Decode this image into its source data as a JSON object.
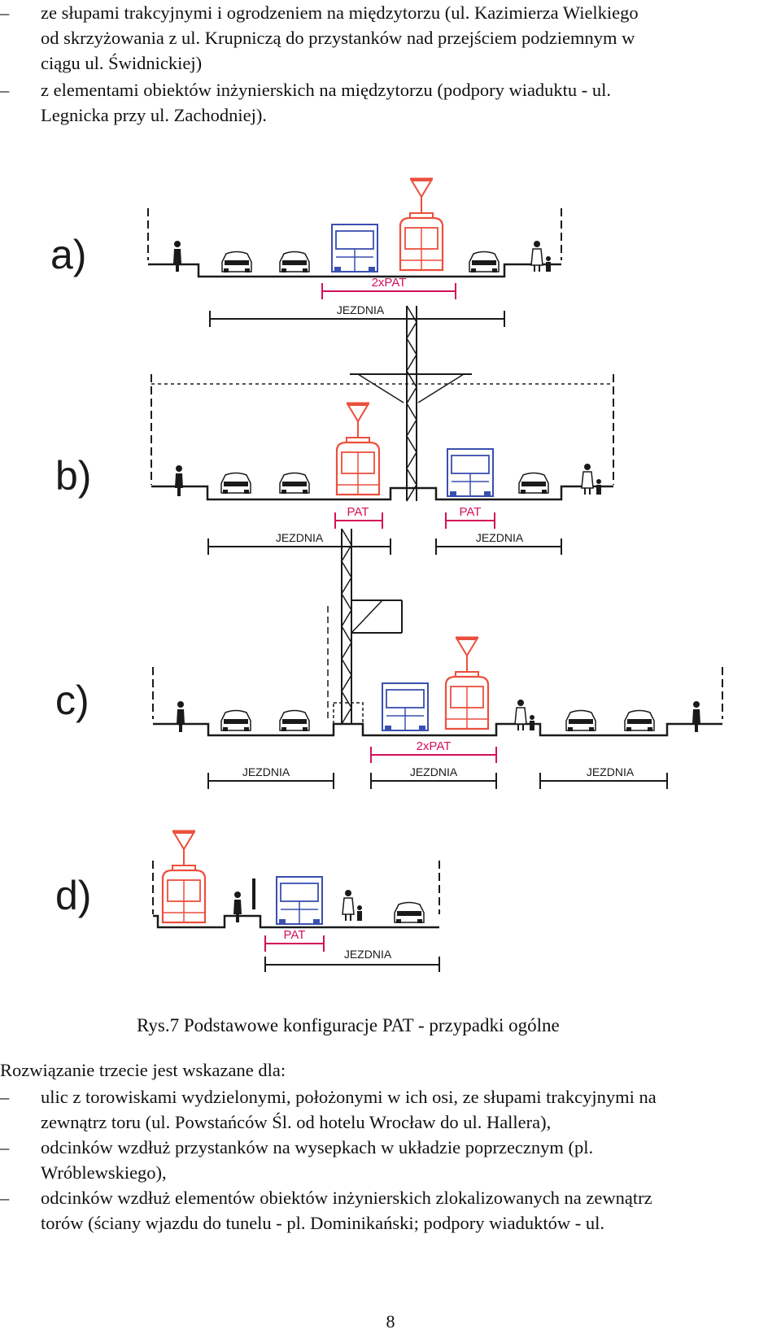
{
  "top_list": [
    {
      "dash": "–",
      "lines": [
        "ze słupami trakcyjnymi i ogrodzeniem na międzytorzu (ul. Kazimierza Wielkiego",
        "od skrzyżowania z ul. Krupniczą do przystanków nad przejściem podziemnym w",
        "ciągu ul. Świdnickiej)"
      ]
    },
    {
      "dash": "–",
      "lines": [
        "z elementami obiektów inżynierskich na międzytorzu (podpory wiaduktu - ul.",
        "Legnicka przy ul. Zachodniej)."
      ]
    }
  ],
  "figure": {
    "labels": [
      "a)",
      "b)",
      "c)",
      "d)"
    ],
    "pat_single": "PAT",
    "pat_double": "2xPAT",
    "jezdnia": "JEZDNIA",
    "colors": {
      "tram": "#ec4f3d",
      "bus": "#3a4fb0",
      "pat_line": "#d4105a",
      "ink": "#1a1a1a"
    }
  },
  "caption": "Rys.7  Podstawowe konfiguracje PAT - przypadki ogólne",
  "intro": "Rozwiązanie trzecie jest wskazane dla:",
  "bottom_list": [
    {
      "dash": "–",
      "lines": [
        "ulic z torowiskami wydzielonymi, położonymi w ich osi, ze słupami trakcyjnymi na",
        "zewnątrz toru (ul. Powstańców Śl. od hotelu Wrocław do ul. Hallera),"
      ]
    },
    {
      "dash": "–",
      "lines": [
        "odcinków wzdłuż przystanków na wysepkach w układzie poprzecznym (pl.",
        "Wróblewskiego),"
      ]
    },
    {
      "dash": "–",
      "lines": [
        "odcinków wzdłuż elementów obiektów inżynierskich zlokalizowanych na zewnątrz",
        "torów (ściany wjazdu do tunelu - pl. Dominikański; podpory wiaduktów - ul."
      ]
    }
  ],
  "page_number": "8"
}
